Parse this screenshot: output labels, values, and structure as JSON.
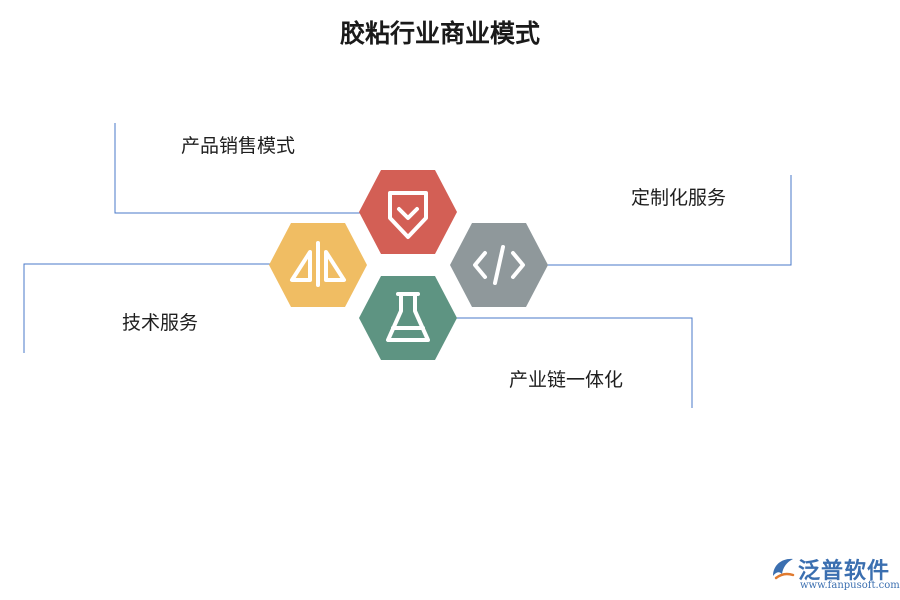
{
  "title": "胶粘行业商业模式",
  "nodes": [
    {
      "label": "产品销售模式",
      "color": "#d35f55",
      "icon": "diamond-icon"
    },
    {
      "label": "定制化服务",
      "color": "#8f989b",
      "icon": "code-icon"
    },
    {
      "label": "技术服务",
      "color": "#f0bd63",
      "icon": "split-triangles-icon"
    },
    {
      "label": "产业链一体化",
      "color": "#5e9482",
      "icon": "flask-icon"
    }
  ],
  "colors": {
    "connector": "#4a78c8",
    "icon_stroke": "#ffffff"
  },
  "logo": {
    "name": "泛普软件",
    "url": "www.fanpusoft.com",
    "color": "#3b6fb0"
  }
}
